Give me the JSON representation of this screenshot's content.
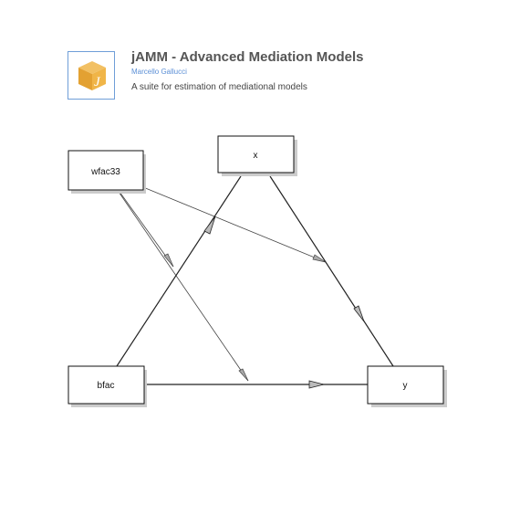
{
  "header": {
    "title": "jAMM - Advanced Mediation Models",
    "author": "Marcello Gallucci",
    "description": "A suite for estimation of mediational models",
    "logo_icon": "jamm-cube-icon",
    "logo_color": "#e8a534"
  },
  "diagram": {
    "nodes": {
      "wfac33": "wfac33",
      "x": "x",
      "bfac": "bfac",
      "y": "y"
    }
  }
}
